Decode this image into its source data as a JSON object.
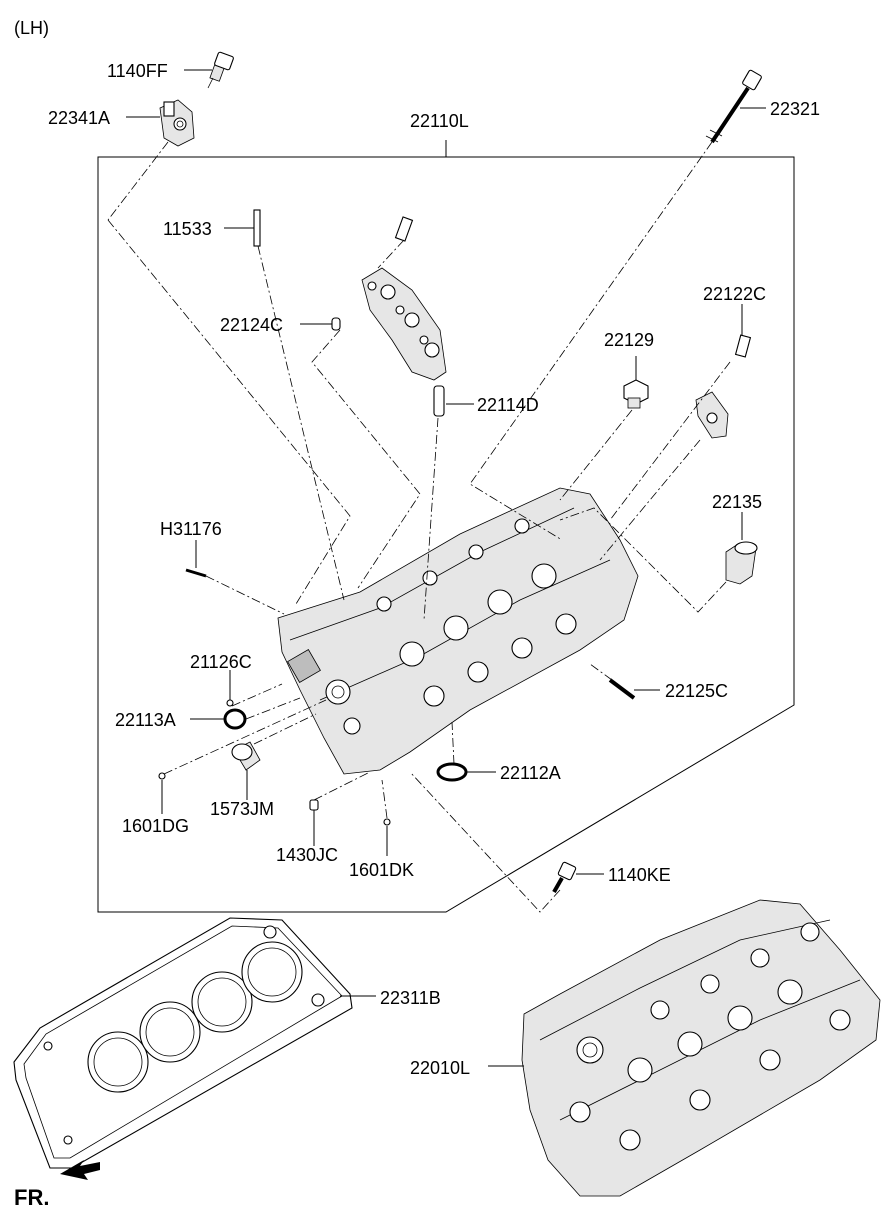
{
  "header": {
    "side": "(LH)"
  },
  "direction": {
    "label": "FR."
  },
  "parts": [
    {
      "id": "p1140ff",
      "code": "1140FF"
    },
    {
      "id": "p22341a",
      "code": "22341A"
    },
    {
      "id": "p22110l",
      "code": "22110L"
    },
    {
      "id": "p22321",
      "code": "22321"
    },
    {
      "id": "p11533",
      "code": "11533"
    },
    {
      "id": "p22124c",
      "code": "22124C"
    },
    {
      "id": "p22122c",
      "code": "22122C"
    },
    {
      "id": "p22129",
      "code": "22129"
    },
    {
      "id": "p22114d",
      "code": "22114D"
    },
    {
      "id": "p22135",
      "code": "22135"
    },
    {
      "id": "ph31176",
      "code": "H31176"
    },
    {
      "id": "p21126c",
      "code": "21126C"
    },
    {
      "id": "p22113a",
      "code": "22113A"
    },
    {
      "id": "p22125c",
      "code": "22125C"
    },
    {
      "id": "p22112a",
      "code": "22112A"
    },
    {
      "id": "p1573jm",
      "code": "1573JM"
    },
    {
      "id": "p1601dg",
      "code": "1601DG"
    },
    {
      "id": "p1430jc",
      "code": "1430JC"
    },
    {
      "id": "p1601dk",
      "code": "1601DK"
    },
    {
      "id": "p1140ke",
      "code": "1140KE"
    },
    {
      "id": "p22311b",
      "code": "22311B"
    },
    {
      "id": "p22010l",
      "code": "22010L"
    }
  ]
}
